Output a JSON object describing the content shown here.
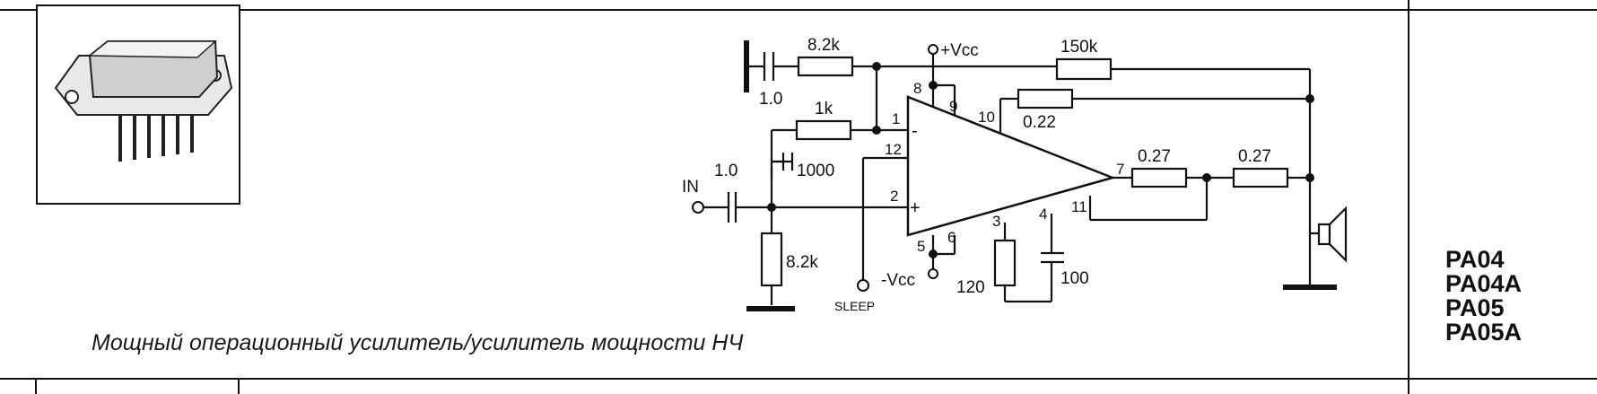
{
  "caption": "Мощный операционный усилитель/усилитель мощности НЧ",
  "part_numbers": [
    "PA04",
    "PA04A",
    "PA05",
    "PA05A"
  ],
  "schematic": {
    "components": {
      "r_feedback_top": "8.2k",
      "c_feedback": "1.0",
      "r_input": "1k",
      "c_comp_1": "1.0",
      "c_comp_2": "1000",
      "r_bias": "8.2k",
      "r_feedback_main": "150k",
      "r_sense": "0.22",
      "r_out_1": "0.27",
      "r_out_2": "0.27",
      "r_comp": "120",
      "c_comp_3": "100"
    },
    "terminals": {
      "input": "IN",
      "sleep": "SLEEP",
      "vcc_pos": "+Vcc",
      "vcc_neg": "-Vcc"
    },
    "opamp": {
      "inv": "-",
      "noninv": "+"
    },
    "pins": {
      "p8": "8",
      "p9": "9",
      "p10": "10",
      "p1": "1",
      "p12": "12",
      "p2": "2",
      "p7": "7",
      "p11": "11",
      "p3": "3",
      "p4": "4",
      "p5": "5",
      "p6": "6"
    }
  }
}
